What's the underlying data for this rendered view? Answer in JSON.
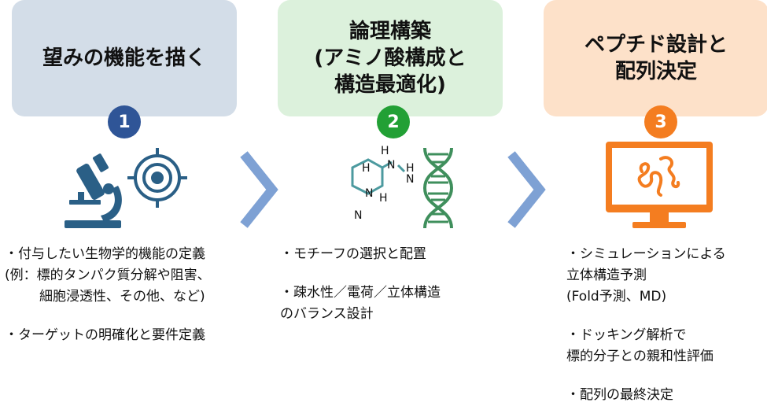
{
  "steps": [
    {
      "number": "1",
      "title_lines": [
        "望みの機能を描く"
      ],
      "desc_lines": [
        "・付与したい生物学的機能の定義",
        "(例：標的タンパク質分解や阻害、",
        "細胞浸透性、その他、など)",
        "",
        "・ターゲットの明確化と要件定義"
      ],
      "color": "#2f5597",
      "box_color": "#d3dde8"
    },
    {
      "number": "2",
      "title_lines": [
        "論理構築",
        "(アミノ酸構成と",
        "構造最適化)"
      ],
      "desc_lines": [
        "・モチーフの選択と配置",
        "",
        "・疎水性／電荷／立体構造",
        "のバランス設計"
      ],
      "color": "#22a035",
      "box_color": "#dcf1dc"
    },
    {
      "number": "3",
      "title_lines": [
        "ペプチド設計と",
        "配列決定"
      ],
      "desc_lines": [
        "・シミュレーションによる",
        "立体構造予測",
        "(Fold予測、MD)",
        "",
        "・ドッキング解析で",
        "標的分子との親和性評価",
        "",
        "・配列の最終決定"
      ],
      "color": "#f47d20",
      "box_color": "#fde1c9"
    }
  ],
  "icons": {
    "step1": [
      "microscope-icon",
      "target-icon"
    ],
    "step2": [
      "chemical-structure-icon",
      "dna-icon"
    ],
    "step3": [
      "monitor-protein-icon"
    ]
  },
  "chemical_labels": [
    "H",
    "N",
    "H",
    "N",
    "H",
    "N",
    "N",
    "H"
  ],
  "arrow_color": "#7ea1d4"
}
